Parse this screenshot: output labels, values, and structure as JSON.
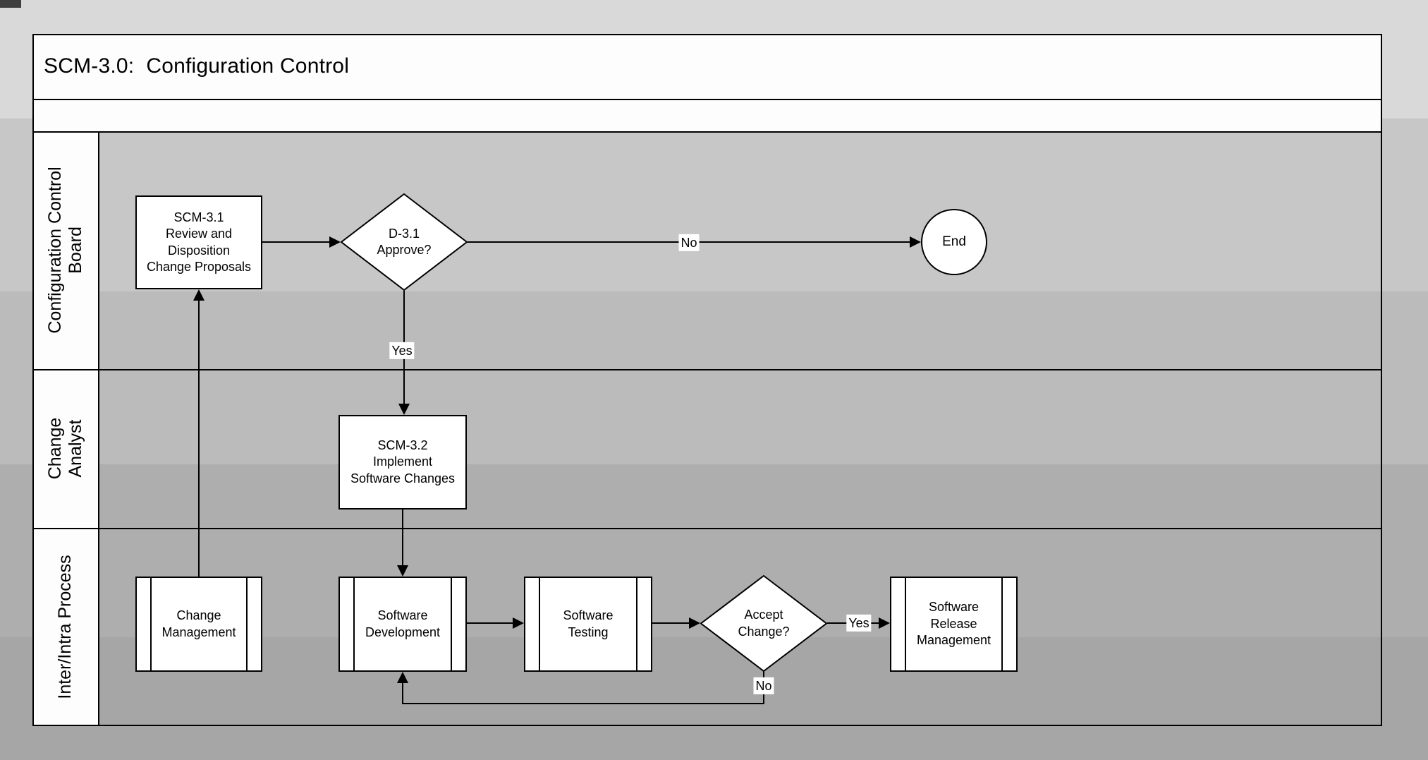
{
  "title": "SCM-3.0:  Configuration Control",
  "lanes": [
    {
      "label": "Configuration Control\nBoard"
    },
    {
      "label": "Change\nAnalyst"
    },
    {
      "label": "Inter/Intra Process"
    }
  ],
  "nodes": {
    "scm31": {
      "label": "SCM-3.1\nReview and\nDisposition\nChange Proposals",
      "type": "process"
    },
    "d31": {
      "label": "D-3.1\nApprove?",
      "type": "decision"
    },
    "end": {
      "label": "End",
      "type": "terminator"
    },
    "scm32": {
      "label": "SCM-3.2\nImplement\nSoftware Changes",
      "type": "process"
    },
    "change_mgmt": {
      "label": "Change\nManagement",
      "type": "predefined-process"
    },
    "sw_dev": {
      "label": "Software\nDevelopment",
      "type": "predefined-process"
    },
    "sw_test": {
      "label": "Software\nTesting",
      "type": "predefined-process"
    },
    "accept": {
      "label": "Accept\nChange?",
      "type": "decision"
    },
    "sw_release": {
      "label": "Software\nRelease\nManagement",
      "type": "predefined-process"
    }
  },
  "edge_labels": {
    "d31_no": "No",
    "d31_yes": "Yes",
    "accept_yes": "Yes",
    "accept_no": "No"
  },
  "colors": {
    "background_top": "#d9d9d9",
    "background_bottom": "#a6a6a6",
    "line": "#000000",
    "node_fill": "#ffffff",
    "text": "#000000"
  }
}
